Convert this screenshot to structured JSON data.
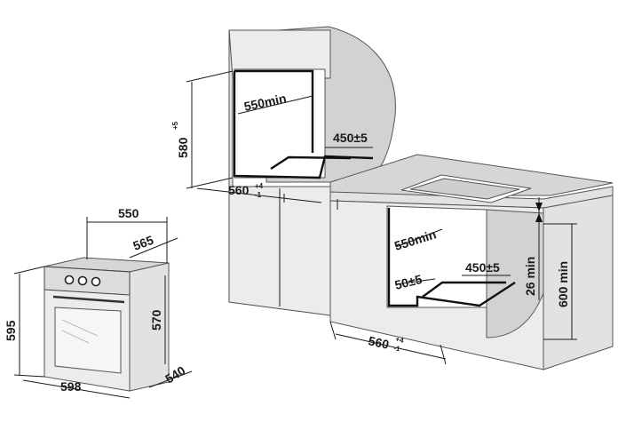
{
  "tall_cabinet": {
    "width_label": "550min",
    "depth_label": "450±5",
    "height_label": "580",
    "height_tolerance": "+5",
    "opening_label": "560",
    "opening_tol_plus": "+4",
    "opening_tol_minus": "-1"
  },
  "oven": {
    "depth_label": "550",
    "depth2_label": "565",
    "inner_height_label": "570",
    "height_label": "595",
    "width_label": "598",
    "side_depth_label": "540"
  },
  "under_counter": {
    "width_label": "550min",
    "back_label": "50±5",
    "depth_label": "450±5",
    "gap_label": "26 min",
    "height_label": "600 min",
    "opening_label": "560",
    "opening_tol_plus": "+4",
    "opening_tol_minus": "-1"
  }
}
